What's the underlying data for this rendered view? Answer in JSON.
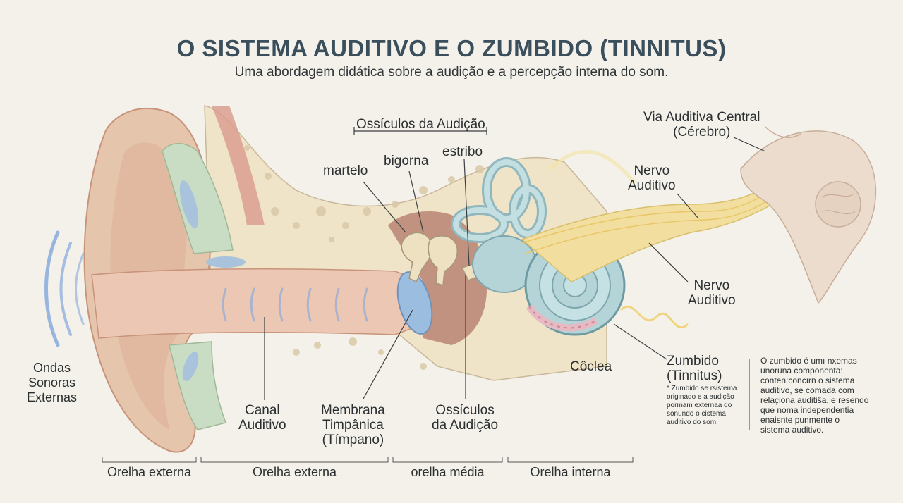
{
  "header": {
    "title": "O SISTEMA AUDITIVO E O ZUMBIDO (TINNITUS)",
    "subtitle": "Uma abordagem didática sobre a audição e a percepção interna do som."
  },
  "labels": {
    "ondas": [
      "Ondas",
      "Sonoras",
      "Externas"
    ],
    "ossiculos_top": "Ossículos da Audição",
    "martelo": "martelo",
    "bigorna": "bigorna",
    "estribo": "estribo",
    "via_central": [
      "Via Auditiva Central",
      "(Cérebro)"
    ],
    "nervo_top": [
      "Nervo",
      "Auditivo"
    ],
    "nervo_right": [
      "Nervo",
      "Auditivo"
    ],
    "coclea": "Côclea",
    "zumbido": [
      "Zumbido",
      "(Tinnitus)"
    ],
    "zumbido_note": [
      "* Zumbido se rsistema",
      "originado e a audição",
      "pormam externaa do",
      "sonundo o cistema",
      "auditivo do som."
    ],
    "canal": [
      "Canal",
      "Auditivo"
    ],
    "membrana": [
      "Membrana",
      "Timpânica",
      "(Tímpano)"
    ],
    "ossiculos_bottom": [
      "Ossículos",
      "da Audição"
    ]
  },
  "sidebox": [
    "O zumbido é umı nxemas",
    "unoruna componenta:",
    "conten:concırn o sistema",
    "auditivo, se comada com",
    "relaçiona auditiŝa, e resendo",
    "que noma independentia",
    "enaisnte punmente o",
    "sistema auditivo."
  ],
  "regions": [
    "Orelha externa",
    "Orelha externa",
    "orelha média",
    "Orelha interna"
  ],
  "colors": {
    "skin": "#e6c5ad",
    "skin_dark": "#c9937b",
    "bone": "#efe3c8",
    "canal": "#ecc8b4",
    "tympanum": "#9bbde0",
    "cochlea": "#b4d4d8",
    "nerve": "#f2dfa0",
    "wave": "#6f9bd8",
    "title": "#3a4e5c"
  }
}
